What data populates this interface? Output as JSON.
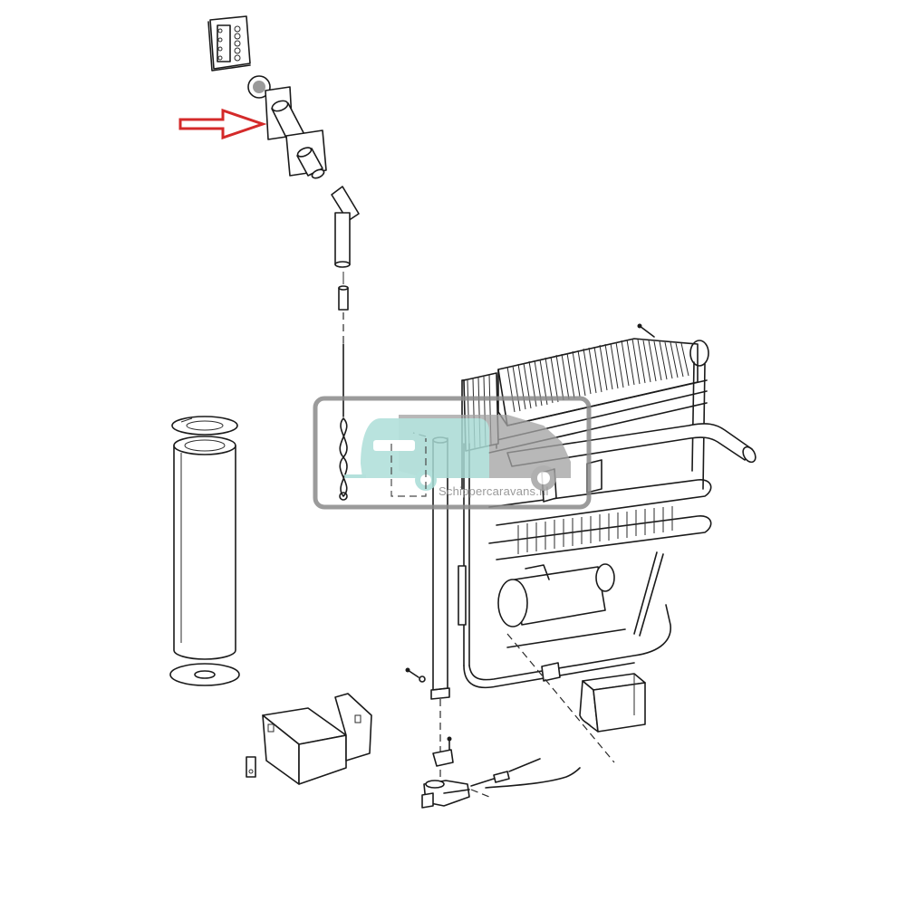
{
  "diagram": {
    "type": "exploded-parts-drawing",
    "subject": "absorption refrigerator cooling unit with burner/flue assembly",
    "background_color": "#ffffff",
    "line_color": "#1a1a1a"
  },
  "highlight_arrow": {
    "color": "#d42a2a",
    "direction": "right",
    "target_part": "flue-tube-with-mounting-plate"
  },
  "watermark": {
    "text": "Schippercaravans.nl",
    "frame_color": "#8a8a8a",
    "caravan_color": "#a8dcd6",
    "van_color": "#a3a3a3",
    "text_color": "#9a9a9a"
  },
  "parts": [
    {
      "id": "flue-cap-grille"
    },
    {
      "id": "flue-tube-with-mounting-plate"
    },
    {
      "id": "flue-baffle-with-wire"
    },
    {
      "id": "insulation-cylinder"
    },
    {
      "id": "cooling-unit-assembly"
    },
    {
      "id": "evaporator-fins"
    },
    {
      "id": "absorber-vessel"
    },
    {
      "id": "burner-shield-bracket"
    },
    {
      "id": "burner-assembly"
    },
    {
      "id": "thermocouple-cable"
    },
    {
      "id": "protective-cover-box"
    }
  ]
}
